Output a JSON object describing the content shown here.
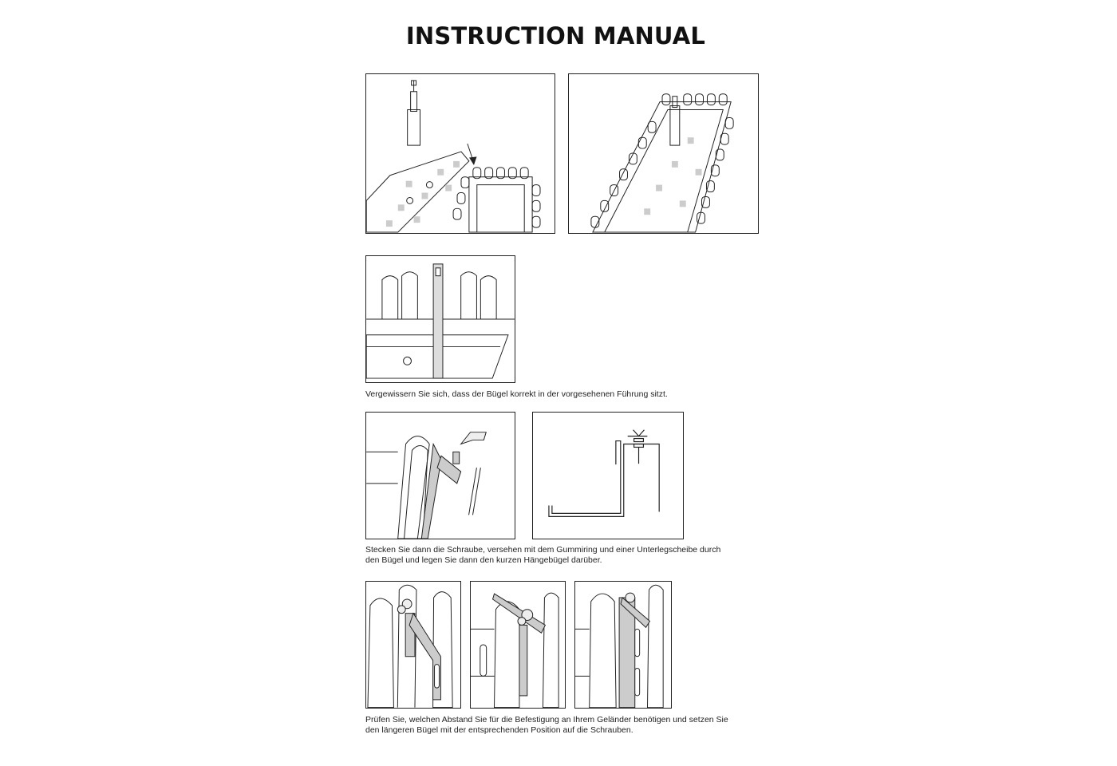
{
  "title": "INSTRUCTION MANUAL",
  "captions": {
    "step2": "Vergewissern Sie sich, dass der Bügel korrekt in der vorgesehenen Führung sitzt.",
    "step3_line1": "Stecken Sie dann die Schraube, versehen mit dem Gummiring und einer Unterlegscheibe durch",
    "step3_line2": "den Bügel und legen Sie dann den kurzen Hängebügel darüber.",
    "step4_line1": "Prüfen Sie, welchen Abstand Sie für die Befestigung an Ihrem Geländer benötigen und setzen Sie",
    "step4_line2": "den längeren Bügel mit der entsprechenden Position auf die Schrauben."
  }
}
